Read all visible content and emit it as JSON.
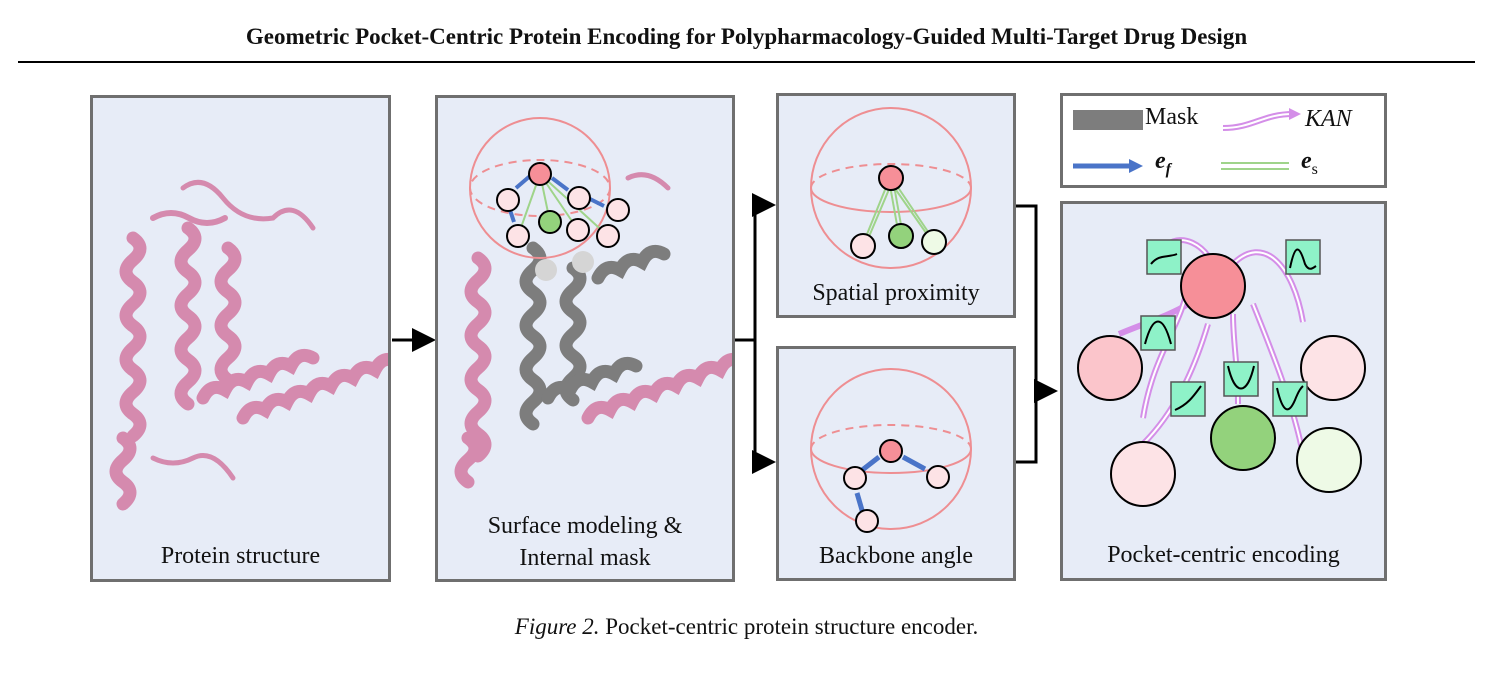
{
  "header": {
    "title": "Geometric Pocket-Centric Protein Encoding for Polypharmacology-Guided Multi-Target Drug Design"
  },
  "panels": {
    "protein": {
      "label": "Protein structure"
    },
    "surface": {
      "label_line1": "Surface modeling &",
      "label_line2": "Internal mask"
    },
    "spatial": {
      "label": "Spatial proximity"
    },
    "backbone": {
      "label": "Backbone angle"
    },
    "encoding": {
      "label": "Pocket-centric encoding"
    }
  },
  "legend": {
    "mask": "Mask",
    "kan": "KAN",
    "ef_base": "e",
    "ef_sub": "f",
    "es_base": "e",
    "es_sub": "s"
  },
  "colors": {
    "panel_bg": "#e7ecf7",
    "panel_border": "#6f6f6f",
    "helix_pink": "#d58aae",
    "mask_gray": "#7d7d7d",
    "node_red": "#f68f98",
    "node_green": "#93d27c",
    "node_pink_light": "#fde3e6",
    "node_green_light": "#eefae6",
    "edge_blue": "#4a74c8",
    "edge_green": "#9fd48a",
    "kan_purple": "#d48ee8",
    "kan_box": "#8ef2c8",
    "sphere_pink": "#ee8e92"
  },
  "caption": {
    "label": "Figure 2.",
    "text": " Pocket-centric protein structure encoder."
  }
}
